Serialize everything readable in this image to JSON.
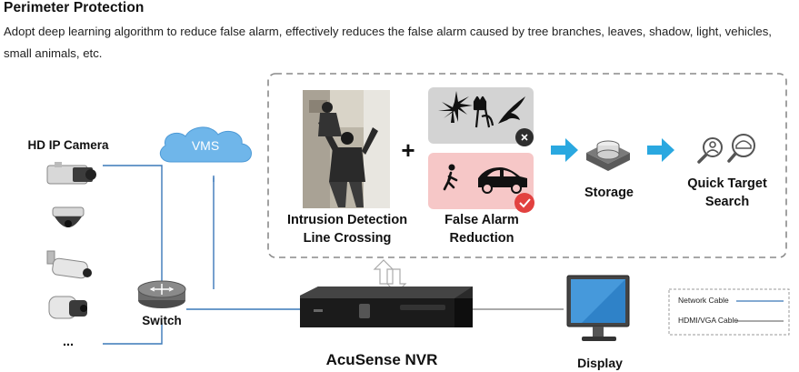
{
  "header": {
    "title": "Perimeter Protection",
    "description": "Adopt deep learning algorithm to reduce false alarm, effectively reduces the false alarm caused by tree branches, leaves, shadow, light, vehicles, small animals, etc."
  },
  "diagram": {
    "camera_group_label": "HD IP Camera",
    "camera_more": "...",
    "vms_label": "VMS",
    "switch_label": "Switch",
    "nvr_label": "AcuSense NVR",
    "display_label": "Display",
    "intrusion_label_line1": "Intrusion Detection",
    "intrusion_label_line2": "Line Crossing",
    "plus_sign": "+",
    "false_alarm_label_line1": "False Alarm",
    "false_alarm_label_line2": "Reduction",
    "storage_label": "Storage",
    "search_label_line1": "Quick Target",
    "search_label_line2": "Search",
    "legend": {
      "network_cable": "Network Cable",
      "hdmi_vga_cable": "HDMI/VGA Cable"
    },
    "colors": {
      "network_line": "#3a78b8",
      "hdmi_line": "#777777",
      "arrow_accent": "#2aa8e0",
      "cloud": "#6fb6ea",
      "reject_panel": "#d3d3d3",
      "accept_panel": "#f6c7c7",
      "check_badge": "#e2413f"
    },
    "icons": [
      "camera-icon",
      "dome-camera-icon",
      "bullet-camera-icon",
      "cloud-icon",
      "router-icon",
      "nvr-icon",
      "monitor-icon",
      "tree-icon",
      "cat-icon",
      "bird-icon",
      "person-icon",
      "car-icon",
      "database-icon",
      "magnifier-person-icon",
      "magnifier-car-icon",
      "intruder-photo"
    ]
  }
}
